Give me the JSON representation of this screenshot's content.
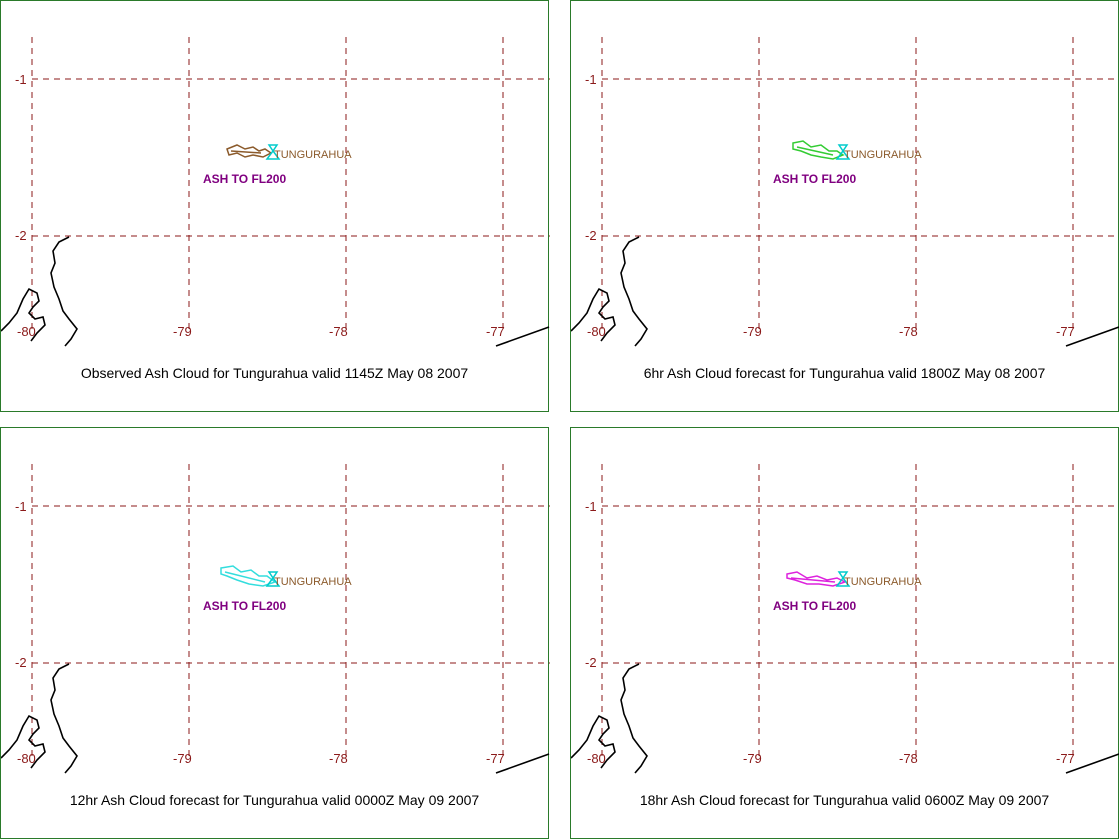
{
  "colors": {
    "grid": "#8b1a1a",
    "border": "#2a7a2a",
    "volcano_label": "#8b5a2b",
    "ash_label": "#800080",
    "volcano_marker": "#00cccc"
  },
  "axes": {
    "lat_labels": [
      "-1",
      "-2"
    ],
    "lon_labels": [
      "-80",
      "-79",
      "-78",
      "-77"
    ]
  },
  "volcano_name": "TUNGURAHUA",
  "ash_label": "ASH TO FL200",
  "panels": [
    {
      "caption": "Observed Ash Cloud for Tungurahua valid 1145Z May 08 2007",
      "cloud_color": "#8b5a2b"
    },
    {
      "caption": "6hr Ash Cloud forecast for Tungurahua valid 1800Z May 08 2007",
      "cloud_color": "#33cc33"
    },
    {
      "caption": "12hr Ash Cloud forecast for Tungurahua valid 0000Z May 09 2007",
      "cloud_color": "#33dddd"
    },
    {
      "caption": "18hr Ash Cloud forecast for Tungurahua valid 0600Z May 09 2007",
      "cloud_color": "#dd22dd"
    }
  ]
}
